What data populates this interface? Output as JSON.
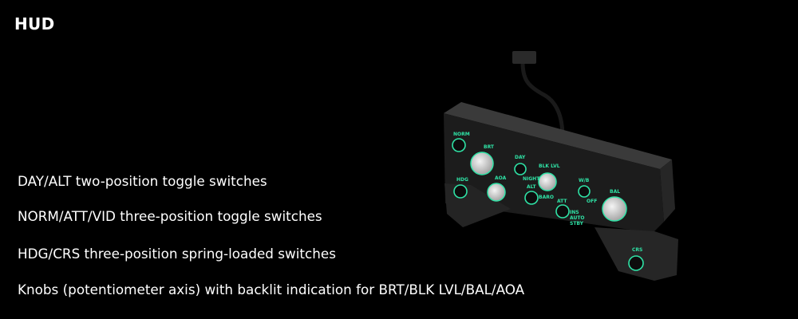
{
  "title": "HUD",
  "features": [
    "DAY/ALT two-position toggle switches",
    "NORM/ATT/VID three-position toggle switches",
    "HDG/CRS three-position spring-loaded switches",
    "Knobs (potentiometer axis) with backlit indication for BRT/BLK LVL/BAL/AOA"
  ],
  "panel_labels": {
    "norm": "NORM",
    "brt": "BRT",
    "day": "DAY",
    "night": "NIGHT",
    "blk_lvl": "BLK LVL",
    "wb": "W/B",
    "bal": "BAL",
    "hdg": "HDG",
    "aoa": "AOA",
    "alt": "ALT",
    "baro": "BARO",
    "att": "ATT",
    "ins": "INS",
    "auto": "AUTO",
    "stby": "STBY",
    "crs": "CRS",
    "off": "OFF"
  },
  "colors": {
    "background": "#000000",
    "text": "#ffffff",
    "backlight": "#2fe3a6"
  }
}
